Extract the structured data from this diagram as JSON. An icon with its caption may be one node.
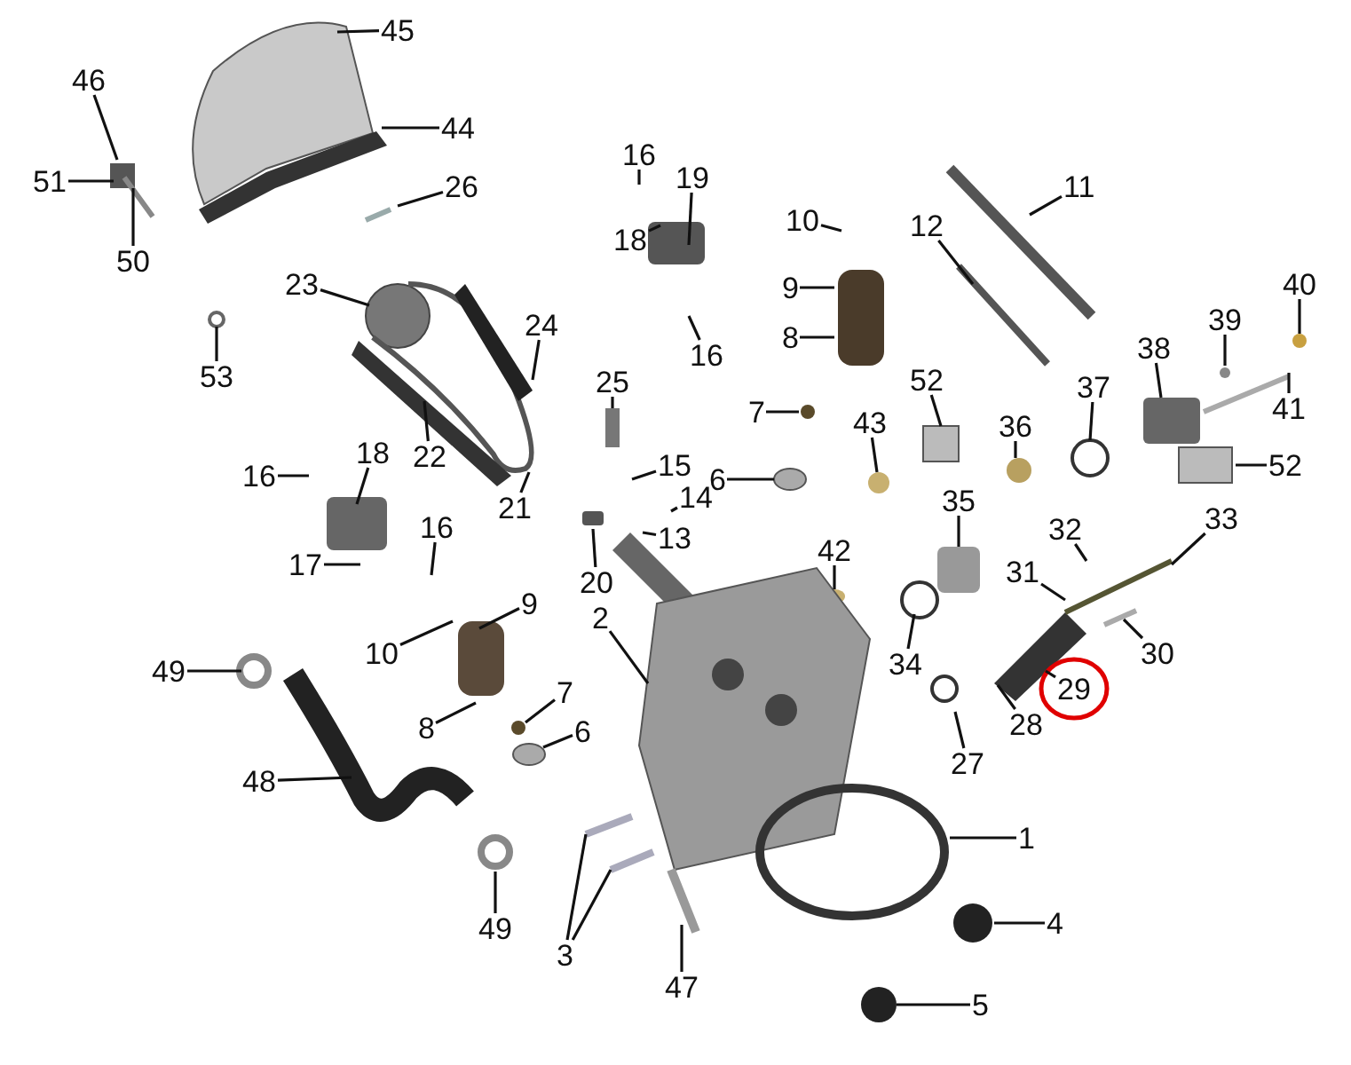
{
  "diagram": {
    "nodes": [
      {
        "text": [
          "45"
        ]
      },
      {
        "text": [
          "46"
        ]
      },
      {
        "text": [
          "44"
        ]
      },
      {
        "text": [
          "51"
        ]
      },
      {
        "text": [
          "50"
        ]
      },
      {
        "text": [
          "26"
        ]
      },
      {
        "text": [
          "16"
        ]
      },
      {
        "text": [
          "19"
        ]
      },
      {
        "text": [
          "18"
        ]
      },
      {
        "text": [
          "23"
        ]
      },
      {
        "text": [
          "24"
        ]
      },
      {
        "text": [
          "16"
        ]
      },
      {
        "text": [
          "10"
        ]
      },
      {
        "text": [
          "9"
        ]
      },
      {
        "text": [
          "8"
        ]
      },
      {
        "text": [
          "53"
        ]
      },
      {
        "text": [
          "11"
        ]
      },
      {
        "text": [
          "12"
        ]
      },
      {
        "text": [
          "7"
        ]
      },
      {
        "text": [
          "6"
        ]
      },
      {
        "text": [
          "22"
        ]
      },
      {
        "text": [
          "25"
        ]
      },
      {
        "text": [
          "40"
        ]
      },
      {
        "text": [
          "39"
        ]
      },
      {
        "text": [
          "38"
        ]
      },
      {
        "text": [
          "52"
        ]
      },
      {
        "text": [
          "43"
        ]
      },
      {
        "text": [
          "36"
        ]
      },
      {
        "text": [
          "37"
        ]
      },
      {
        "text": [
          "35"
        ]
      },
      {
        "text": [
          "16"
        ]
      },
      {
        "text": [
          "18"
        ]
      },
      {
        "text": [
          "15"
        ]
      },
      {
        "text": [
          "14"
        ]
      },
      {
        "text": [
          "41"
        ]
      },
      {
        "text": [
          "52"
        ]
      },
      {
        "text": [
          "42"
        ]
      },
      {
        "text": [
          "21"
        ]
      },
      {
        "text": [
          "20"
        ]
      },
      {
        "text": [
          "16"
        ]
      },
      {
        "text": [
          "13"
        ]
      },
      {
        "text": [
          "17"
        ]
      },
      {
        "text": [
          "32"
        ]
      },
      {
        "text": [
          "33"
        ]
      },
      {
        "text": [
          "31"
        ]
      },
      {
        "text": [
          "9"
        ]
      },
      {
        "text": [
          "10"
        ]
      },
      {
        "text": [
          "49"
        ]
      },
      {
        "text": [
          "2"
        ]
      },
      {
        "text": [
          "7"
        ]
      },
      {
        "text": [
          "8"
        ]
      },
      {
        "text": [
          "6"
        ]
      },
      {
        "text": [
          "34"
        ]
      },
      {
        "text": [
          "30"
        ]
      },
      {
        "text": [
          "29"
        ]
      },
      {
        "text": [
          "28"
        ]
      },
      {
        "text": [
          "27"
        ]
      },
      {
        "text": [
          "48"
        ]
      },
      {
        "text": [
          "1"
        ]
      },
      {
        "text": [
          "49"
        ]
      },
      {
        "text": [
          "3"
        ]
      },
      {
        "text": [
          "4"
        ]
      },
      {
        "text": [
          "47"
        ]
      },
      {
        "text": [
          "5"
        ]
      }
    ],
    "edges": [
      {
        "from": 0,
        "to": null,
        "arrow": "none"
      },
      {
        "from": 1,
        "to": null,
        "arrow": "none"
      },
      {
        "from": 2,
        "to": null,
        "arrow": "none"
      },
      {
        "from": 3,
        "to": null,
        "arrow": "none"
      },
      {
        "from": 4,
        "to": null,
        "arrow": "none"
      },
      {
        "from": 5,
        "to": null,
        "arrow": "none"
      },
      {
        "from": 6,
        "to": null,
        "arrow": "none"
      },
      {
        "from": 7,
        "to": null,
        "arrow": "none"
      },
      {
        "from": 8,
        "to": null,
        "arrow": "none"
      },
      {
        "from": 9,
        "to": null,
        "arrow": "none"
      },
      {
        "from": 10,
        "to": null,
        "arrow": "none"
      },
      {
        "from": 11,
        "to": null,
        "arrow": "none"
      },
      {
        "from": 12,
        "to": null,
        "arrow": "none"
      },
      {
        "from": 13,
        "to": null,
        "arrow": "none"
      },
      {
        "from": 14,
        "to": null,
        "arrow": "none"
      },
      {
        "from": 15,
        "to": null,
        "arrow": "none"
      },
      {
        "from": 16,
        "to": null,
        "arrow": "none"
      },
      {
        "from": 17,
        "to": null,
        "arrow": "none"
      },
      {
        "from": 18,
        "to": null,
        "arrow": "none"
      },
      {
        "from": 19,
        "to": null,
        "arrow": "none"
      },
      {
        "from": 20,
        "to": null,
        "arrow": "none"
      },
      {
        "from": 21,
        "to": null,
        "arrow": "none"
      },
      {
        "from": 22,
        "to": null,
        "arrow": "none"
      },
      {
        "from": 23,
        "to": null,
        "arrow": "none"
      },
      {
        "from": 24,
        "to": null,
        "arrow": "none"
      },
      {
        "from": 25,
        "to": null,
        "arrow": "none"
      },
      {
        "from": 26,
        "to": null,
        "arrow": "none"
      },
      {
        "from": 27,
        "to": null,
        "arrow": "none"
      },
      {
        "from": 28,
        "to": null,
        "arrow": "none"
      },
      {
        "from": 29,
        "to": null,
        "arrow": "none"
      },
      {
        "from": 30,
        "to": null,
        "arrow": "none"
      },
      {
        "from": 31,
        "to": null,
        "arrow": "none"
      },
      {
        "from": 32,
        "to": null,
        "arrow": "none"
      },
      {
        "from": 33,
        "to": null,
        "arrow": "none"
      },
      {
        "from": 34,
        "to": null,
        "arrow": "none"
      },
      {
        "from": 35,
        "to": null,
        "arrow": "none"
      },
      {
        "from": 36,
        "to": null,
        "arrow": "none"
      },
      {
        "from": 37,
        "to": null,
        "arrow": "none"
      },
      {
        "from": 38,
        "to": null,
        "arrow": "none"
      },
      {
        "from": 39,
        "to": null,
        "arrow": "none"
      },
      {
        "from": 40,
        "to": null,
        "arrow": "none"
      },
      {
        "from": 41,
        "to": null,
        "arrow": "none"
      },
      {
        "from": 42,
        "to": null,
        "arrow": "none"
      },
      {
        "from": 43,
        "to": null,
        "arrow": "none"
      },
      {
        "from": 44,
        "to": null,
        "arrow": "none"
      },
      {
        "from": 45,
        "to": null,
        "arrow": "none"
      },
      {
        "from": 46,
        "to": null,
        "arrow": "none"
      },
      {
        "from": 47,
        "to": null,
        "arrow": "none"
      },
      {
        "from": 48,
        "to": null,
        "arrow": "none"
      },
      {
        "from": 49,
        "to": null,
        "arrow": "none"
      },
      {
        "from": 50,
        "to": null,
        "arrow": "none"
      },
      {
        "from": 51,
        "to": null,
        "arrow": "none"
      },
      {
        "from": 52,
        "to": null,
        "arrow": "none"
      },
      {
        "from": 53,
        "to": null,
        "arrow": "none"
      },
      {
        "from": 54,
        "to": null,
        "arrow": "none"
      },
      {
        "from": 55,
        "to": null,
        "arrow": "none"
      },
      {
        "from": 56,
        "to": null,
        "arrow": "none"
      },
      {
        "from": 57,
        "to": null,
        "arrow": "none"
      },
      {
        "from": 58,
        "to": null,
        "arrow": "none"
      },
      {
        "from": 59,
        "to": null,
        "arrow": "none"
      },
      {
        "from": 60,
        "to": null,
        "arrow": "none"
      },
      {
        "from": 60,
        "to": null,
        "arrow": "none"
      },
      {
        "from": 61,
        "to": null,
        "arrow": "none"
      },
      {
        "from": 62,
        "to": null,
        "arrow": "none"
      },
      {
        "from": 63,
        "to": null,
        "arrow": "none"
      }
    ]
  }
}
